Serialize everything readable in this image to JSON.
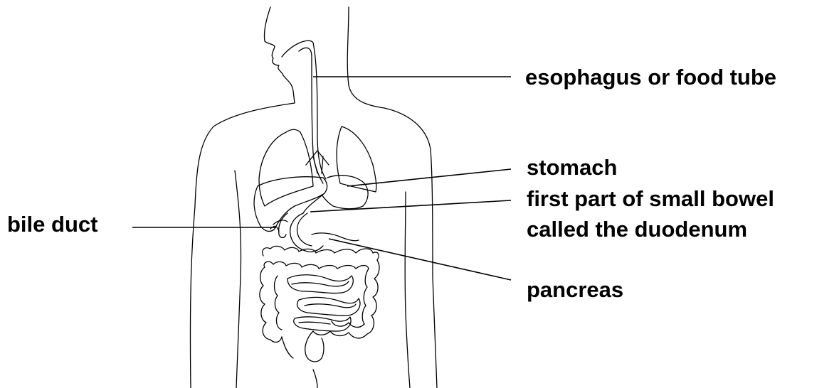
{
  "labels": {
    "esophagus": "esophagus or food tube",
    "stomach": "stomach",
    "duodenum_line1": "first part of small bowel",
    "duodenum_line2": "called the duodenum",
    "bile_duct": "bile duct",
    "pancreas": "pancreas"
  }
}
